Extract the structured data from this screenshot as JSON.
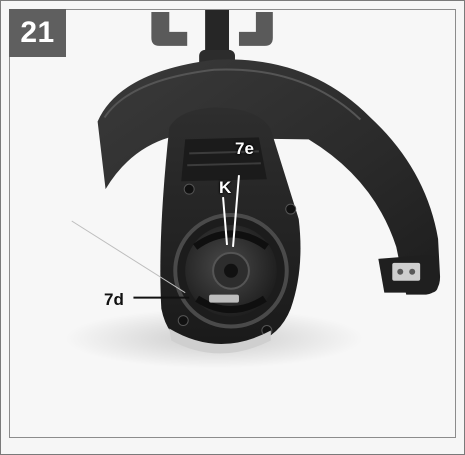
{
  "figure": {
    "number": "21",
    "callouts": {
      "e7": "7e",
      "k": "K",
      "d7": "7d"
    }
  },
  "colors": {
    "number_box": "#5f5f5f",
    "plastic_dark": "#2b2b2b",
    "plastic_mid": "#3c3c3c",
    "background": "#f7f7f7"
  }
}
